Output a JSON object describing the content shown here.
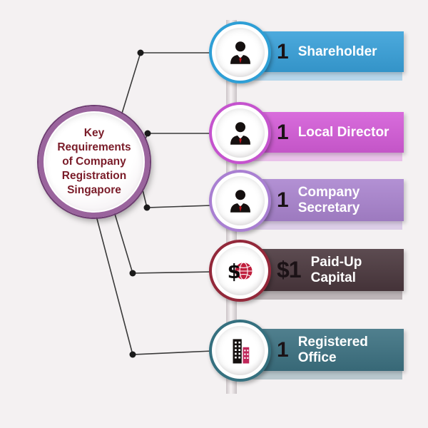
{
  "background_color": "#f4f1f2",
  "connector_color": "#3a3a3a",
  "center_circle": {
    "lines": [
      "Key",
      "Requirements",
      "of Company",
      "Registration",
      "Singapore"
    ],
    "text_color": "#7a1c29",
    "ring_color": "#9a649d"
  },
  "items": [
    {
      "count": "1",
      "label": "Shareholder",
      "bar_color": "#38a0d9",
      "ring_color": "#2e9fd6",
      "icon": "person-icon"
    },
    {
      "count": "1",
      "label": "Local Director",
      "bar_color": "#d45cd8",
      "ring_color": "#c553ce",
      "icon": "person-icon"
    },
    {
      "count": "1",
      "label": "Company Secretary",
      "bar_color": "#aa84cf",
      "ring_color": "#a97fd2",
      "icon": "person-icon"
    },
    {
      "count": "$1",
      "label": "Paid-Up Capital",
      "bar_color": "#4a373d",
      "ring_color": "#93283a",
      "icon": "dollar-globe-icon"
    },
    {
      "count": "1",
      "label": "Registered Office",
      "bar_color": "#3c7181",
      "ring_color": "#35707f",
      "icon": "building-icon"
    }
  ]
}
